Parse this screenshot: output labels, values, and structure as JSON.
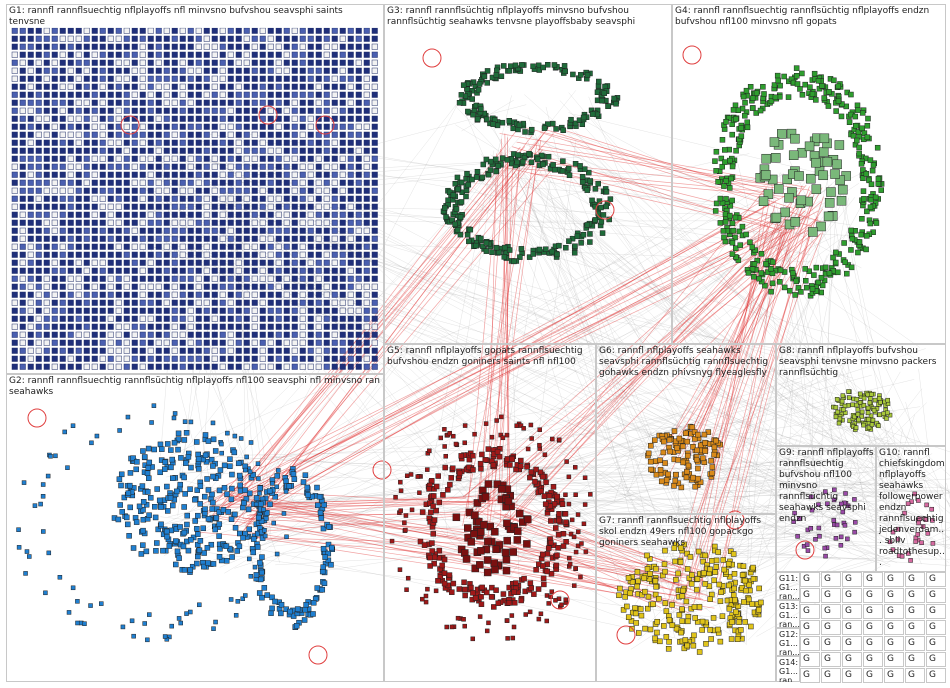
{
  "groups": [
    {
      "id": "G1",
      "label": "G1: rannfl rannflsuechtig nflplayoffs nfl minvsno bufvshou seavsphi saints tenvsne",
      "color": "#2a3f8f"
    },
    {
      "id": "G2",
      "label": "G2: rannfl rannflsuechtig rannflsüchtig nflplayoffs nfl100 seavsphi nfl minvsno ran seahawks",
      "color": "#1f7fd0"
    },
    {
      "id": "G3",
      "label": "G3: rannfl rannflsüchtig nflplayoffs minvsno bufvshou rannflsüchtig seahawks tenvsne playoffsbaby seavsphi",
      "color": "#1f6b3a"
    },
    {
      "id": "G4",
      "label": "G4: rannfl rannflsuechtig rannflsüchtig nflplayoffs endzn bufvshou nfl100 minvsno nfl gopats",
      "color": "#2e9e2e"
    },
    {
      "id": "G5",
      "label": "G5: rannfl nflplayoffs gopats rannflsuechtig bufvshou endzn goniners saints nfl nfl100",
      "color": "#a01818"
    },
    {
      "id": "G6",
      "label": "G6: rannfl nflplayoffs seahawks seavsphi rannflsüchtig rannflsuechtig gohawks endzn phivsnyg flyeaglesfly",
      "color": "#d98a1a"
    },
    {
      "id": "G7",
      "label": "G7: rannfl rannflsuechtig nflplayoffs skol endzn 49ers nfl100 gopackgo goniners seahawks",
      "color": "#e0c41a"
    },
    {
      "id": "G8",
      "label": "G8: rannfl nflplayoffs bufvshou seavsphi tenvsne minvsno packers rannflsüchtig",
      "color": "#a8c83a"
    },
    {
      "id": "G9",
      "label": "G9: rannfl nflplayoffs rannflsuechtig bufvshou nfl100 minvsno rannflsüchtig seahawks seavsphi endzn",
      "color": "#9a4aa8"
    },
    {
      "id": "G10",
      "label": "G10: rannfl chiefskingdom nflplayoffs seahawks followerpower endzn rannflsuechtig jedenverdam... sbliv roadtothesup...",
      "color": "#d66aa0"
    },
    {
      "id": "G11",
      "label": "G11: G1... ran... ran...",
      "color": "#777777"
    },
    {
      "id": "G12",
      "label": "G12: G1... ran... ran...",
      "color": "#777777"
    },
    {
      "id": "G13",
      "label": "G13: G1... ran... ran...",
      "color": "#777777"
    },
    {
      "id": "G14",
      "label": "G14: G1... ran... ran...",
      "color": "#777777"
    }
  ],
  "small_panel_label": "G",
  "edge_color": "#e03030"
}
